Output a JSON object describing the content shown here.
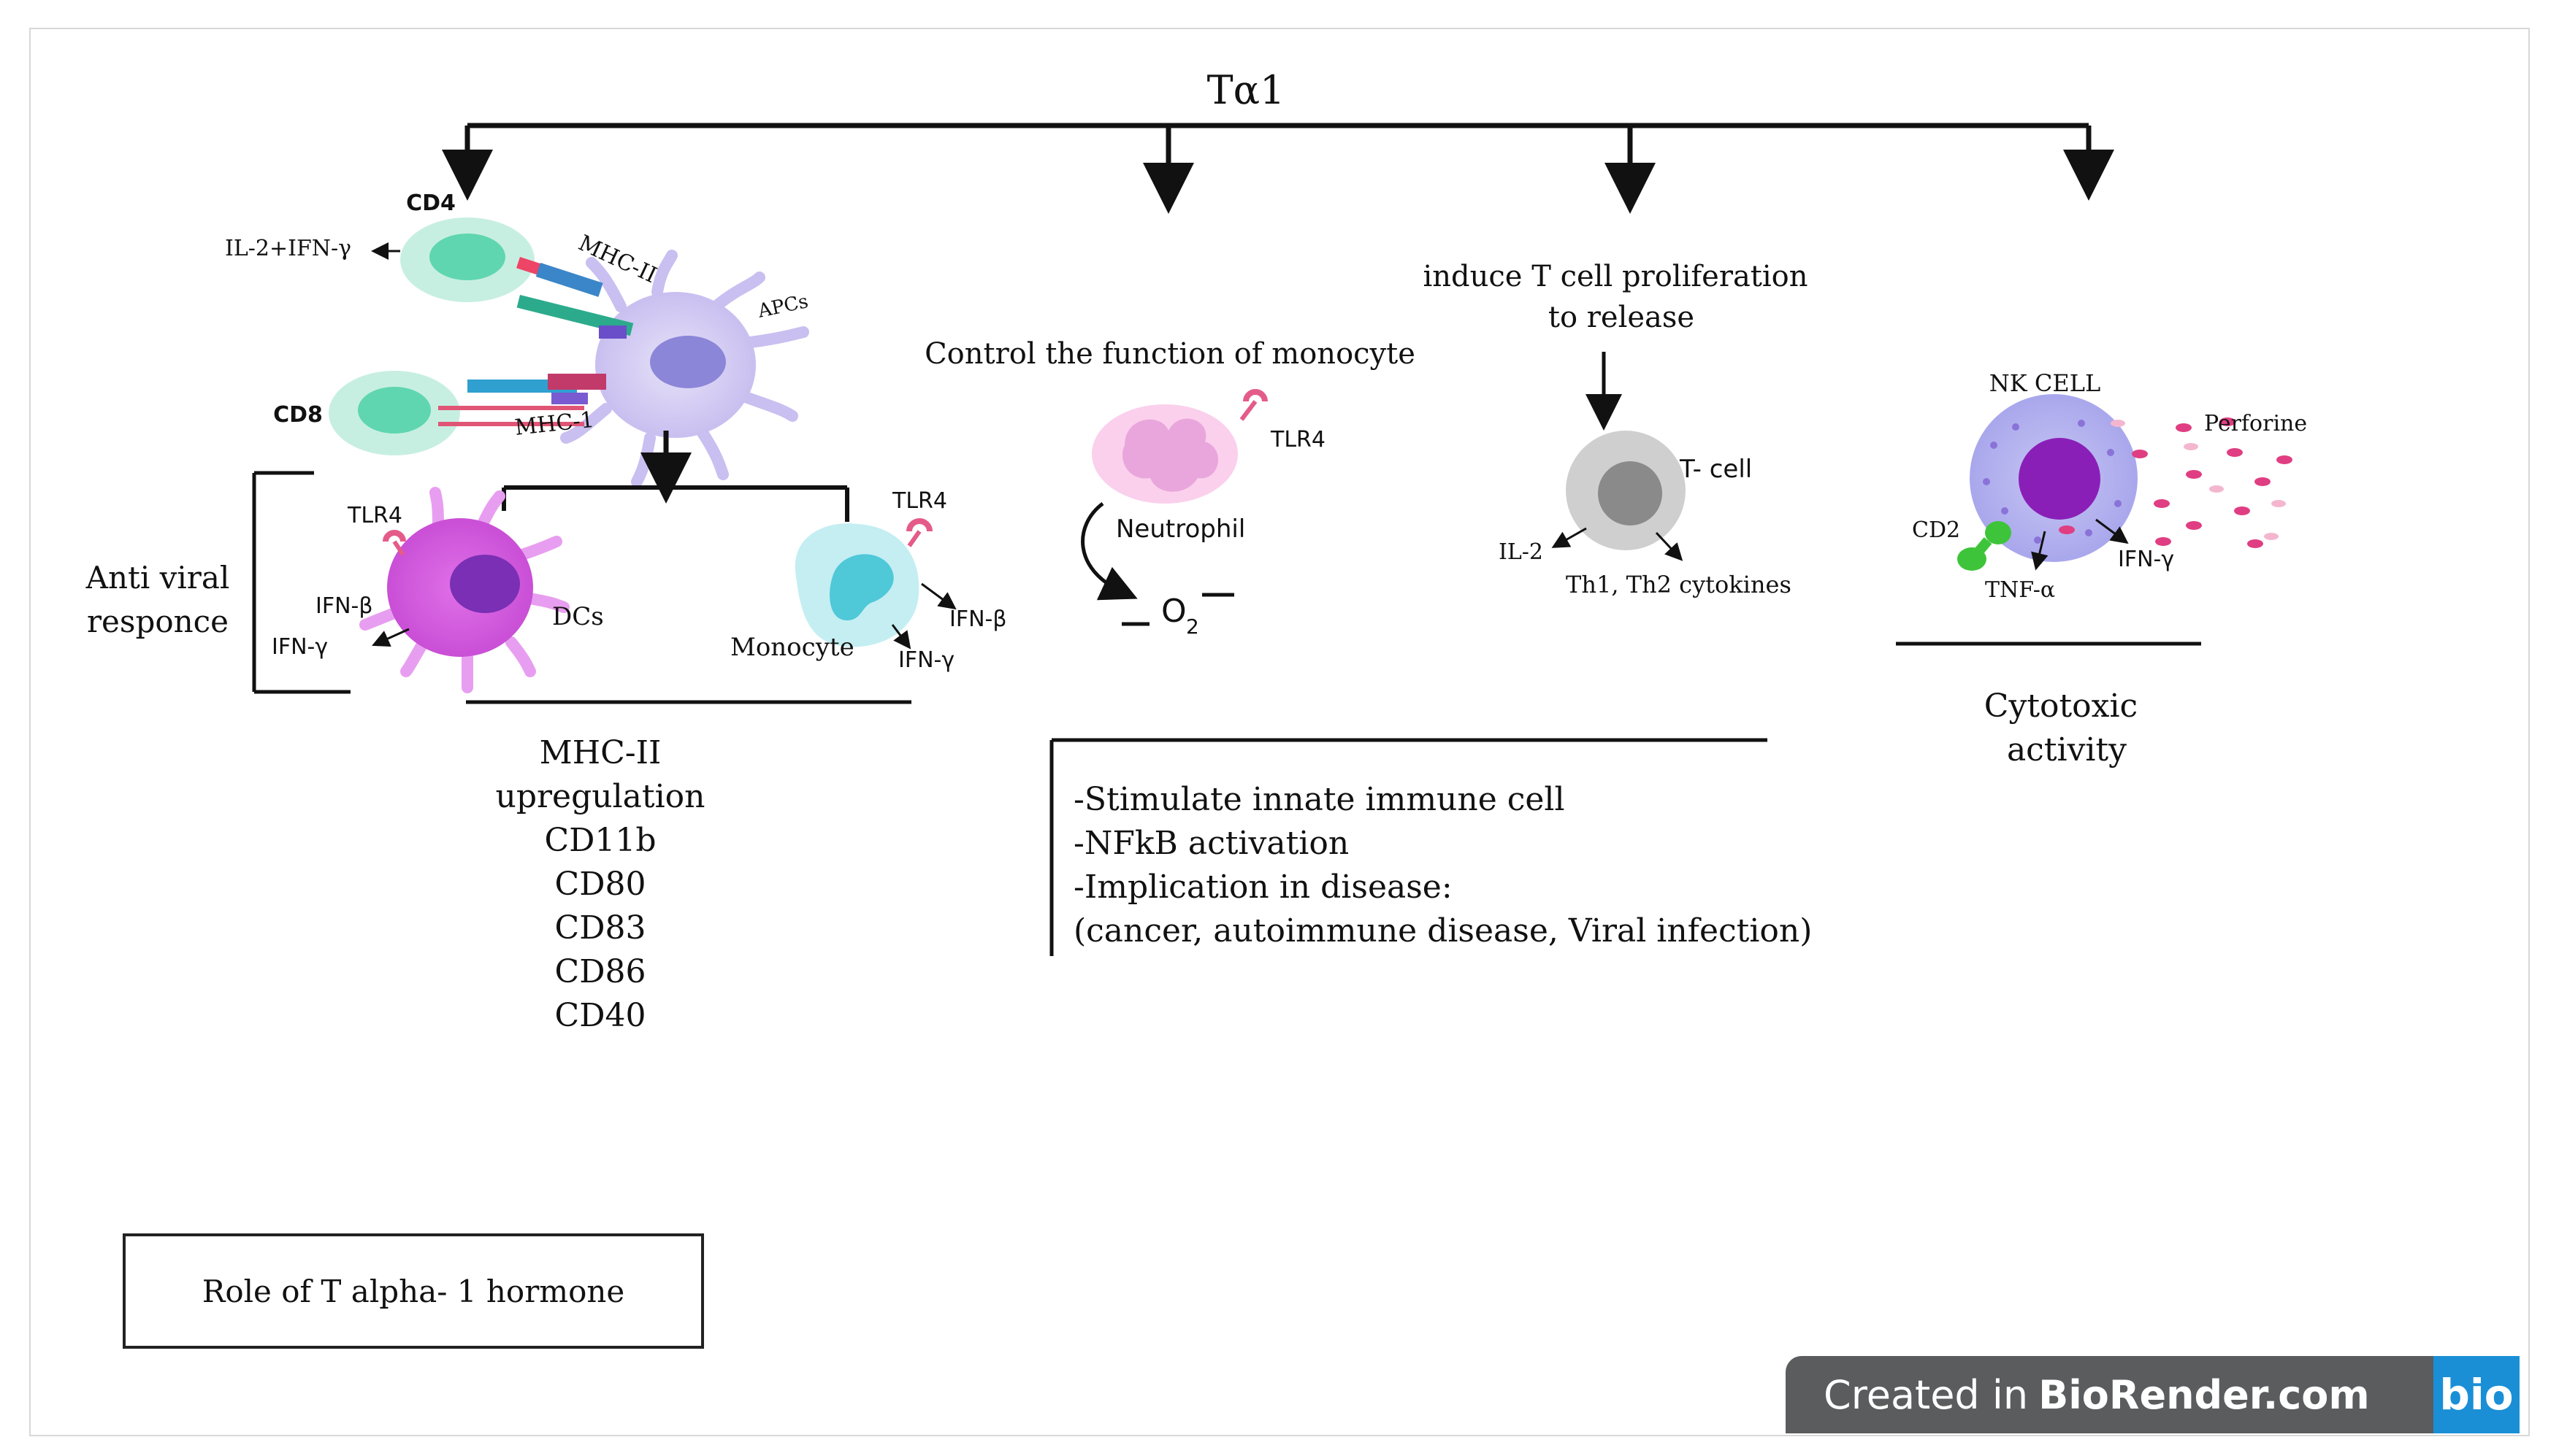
{
  "title": "Tα1",
  "branch1": {
    "cd4": "CD4",
    "cd4_output": "IL-2+IFN-γ",
    "cd8": "CD8",
    "mhc2": "MHC-II",
    "mhc1": "MHC-1",
    "apcs": "APCs",
    "antiviral_line1": "Anti viral",
    "antiviral_line2": "responce",
    "dc_tlr4": "TLR4",
    "dc_ifn_beta": "IFN-β",
    "dc_ifn_gamma": "IFN-γ",
    "dcs": "DCs",
    "mono_tlr4": "TLR4",
    "mono_ifn_beta": "IFN-β",
    "mono_ifn_gamma": "IFN-γ",
    "monocyte": "Monocyte",
    "markers": [
      "MHC-II",
      "upregulation",
      "CD11b",
      "CD80",
      "CD83",
      "CD86",
      "CD40"
    ]
  },
  "branch2": {
    "heading": "Control the function of monocyte",
    "tlr4": "TLR4",
    "neutrophil": "Neutrophil",
    "o2_main": "O",
    "o2_sub": "2"
  },
  "branch3": {
    "heading_line1": "induce T cell proliferation",
    "heading_line2": "to release",
    "tcell": "T- cell",
    "il2": "IL-2",
    "cytokines": "Th1, Th2 cytokines"
  },
  "branch4": {
    "nk": "NK CELL",
    "perforine": "Perforine",
    "cd2": "CD2",
    "tnf": "TNF-α",
    "ifn": "IFN-γ",
    "cytotoxic_line1": "Cytotoxic",
    "cytotoxic_line2": "activity"
  },
  "effects": [
    "-Stimulate innate immune cell",
    "-NFkB activation",
    "-Implication in disease:",
    "(cancer, autoimmune disease, Viral infection)"
  ],
  "caption": "Role of T alpha- 1 hormone",
  "badge": {
    "prefix": "Created in",
    "brand": "BioRender.com",
    "logo": "bio"
  }
}
